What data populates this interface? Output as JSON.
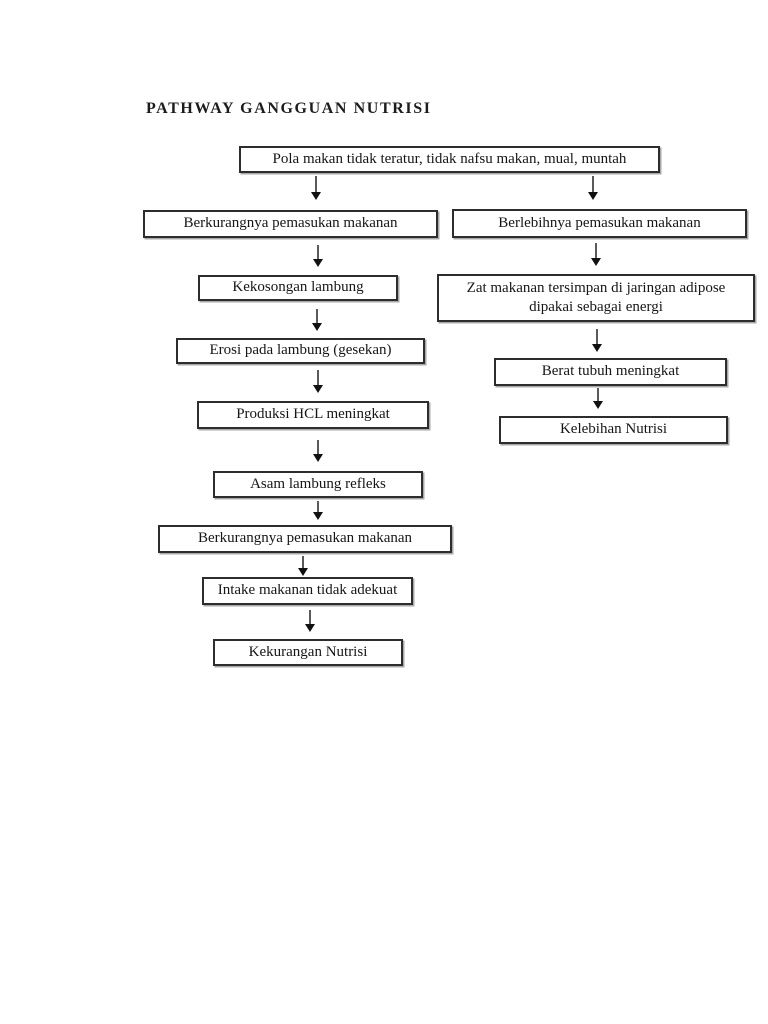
{
  "page": {
    "title": "PATHWAY GANGGUAN NUTRISI"
  },
  "colors": {
    "background": "#ffffff",
    "box_border": "#2d2d2d",
    "text": "#161616",
    "arrow_head": "#111111",
    "arrow_stem": "#5a5a5a"
  },
  "diagram": {
    "root": {
      "label": "Pola makan tidak teratur, tidak nafsu makan, mual, muntah"
    },
    "left_branch": [
      {
        "label": "Berkurangnya pemasukan makanan"
      },
      {
        "label": "Kekosongan lambung"
      },
      {
        "label": "Erosi pada lambung (gesekan)"
      },
      {
        "label": "Produksi HCL meningkat"
      },
      {
        "label": "Asam lambung refleks"
      },
      {
        "label": "Berkurangnya pemasukan makanan"
      },
      {
        "label": "Intake makanan tidak adekuat"
      },
      {
        "label": "Kekurangan Nutrisi"
      }
    ],
    "right_branch": [
      {
        "label": "Berlebihnya pemasukan makanan"
      },
      {
        "label": "Zat makanan tersimpan di jaringan adipose dipakai sebagai energi"
      },
      {
        "label": "Berat tubuh meningkat"
      },
      {
        "label": "Kelebihan Nutrisi"
      }
    ]
  }
}
